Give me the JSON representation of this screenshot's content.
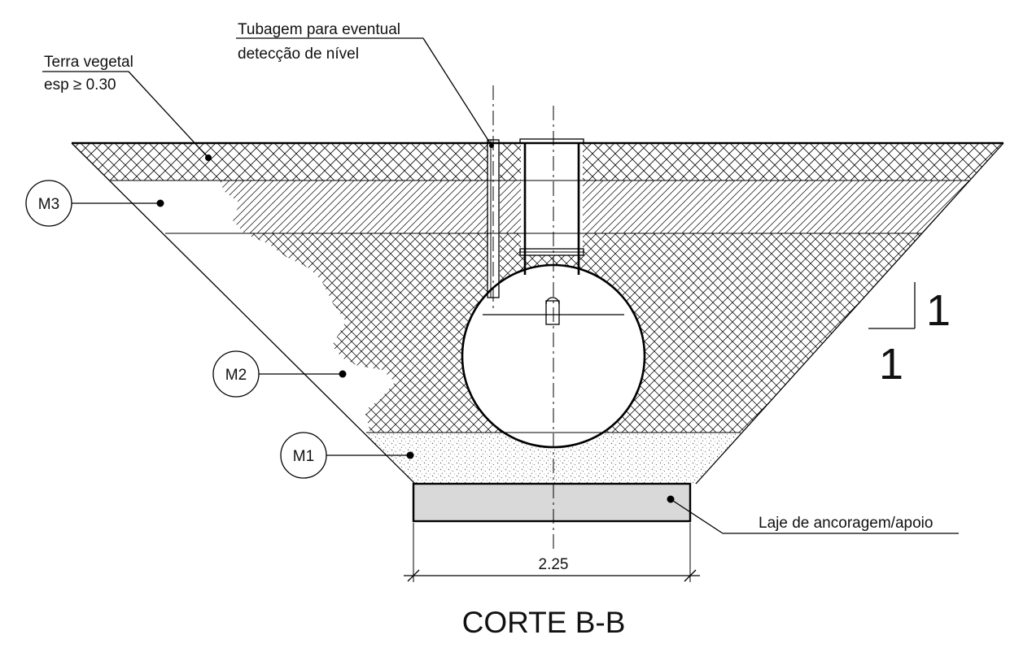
{
  "labels": {
    "terra_vegetal_line1": "Terra vegetal",
    "terra_vegetal_line2": "esp ≥ 0.30",
    "tubagem_line1": "Tubagem para eventual",
    "tubagem_line2": "detecção de nível",
    "laje": "Laje de ancoragem/apoio",
    "m3": "M3",
    "m2": "M2",
    "m1": "M1",
    "slope_vertical": "1",
    "slope_horizontal": "1",
    "dimension": "2.25",
    "title": "CORTE B-B"
  },
  "colors": {
    "line": "#000000",
    "slab_fill": "#d9d9d9",
    "sand_dots": "#666666",
    "background": "#ffffff"
  }
}
